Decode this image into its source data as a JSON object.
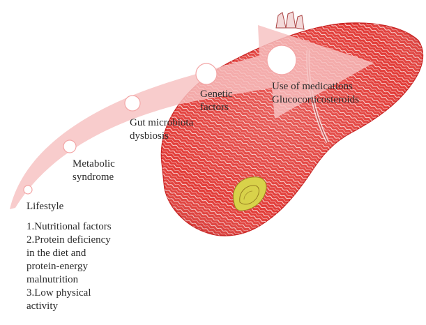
{
  "factors": [
    {
      "lines": [
        "Lifestyle"
      ]
    },
    {
      "lines": [
        "Metabolic",
        "syndrome"
      ]
    },
    {
      "lines": [
        "Gut microbiota",
        "dysbiosis"
      ]
    },
    {
      "lines": [
        "Genetic",
        "factors"
      ]
    },
    {
      "lines": [
        "Use of medications",
        "Glucocorticosteroids"
      ]
    }
  ],
  "lifestyle_details": [
    "1.Nutritional factors",
    "2.Protein deficiency",
    "in the diet and",
    "protein-energy",
    "malnutrition",
    "3.Low physical",
    "activity"
  ],
  "colors": {
    "arrow": "#f6c1c1",
    "arrow_alpha": 0.82,
    "liver_base": "#e23a36",
    "liver_dark": "#c9201f",
    "liver_texture": "#ffffff",
    "gallbladder": "#d8d24a",
    "circle_fill": "#ffffff",
    "circle_stroke": "#f3a5a5"
  },
  "icons": {
    "liver": "liver-illustration",
    "arrow": "curved-progression-arrow",
    "steps": "step-circle"
  }
}
